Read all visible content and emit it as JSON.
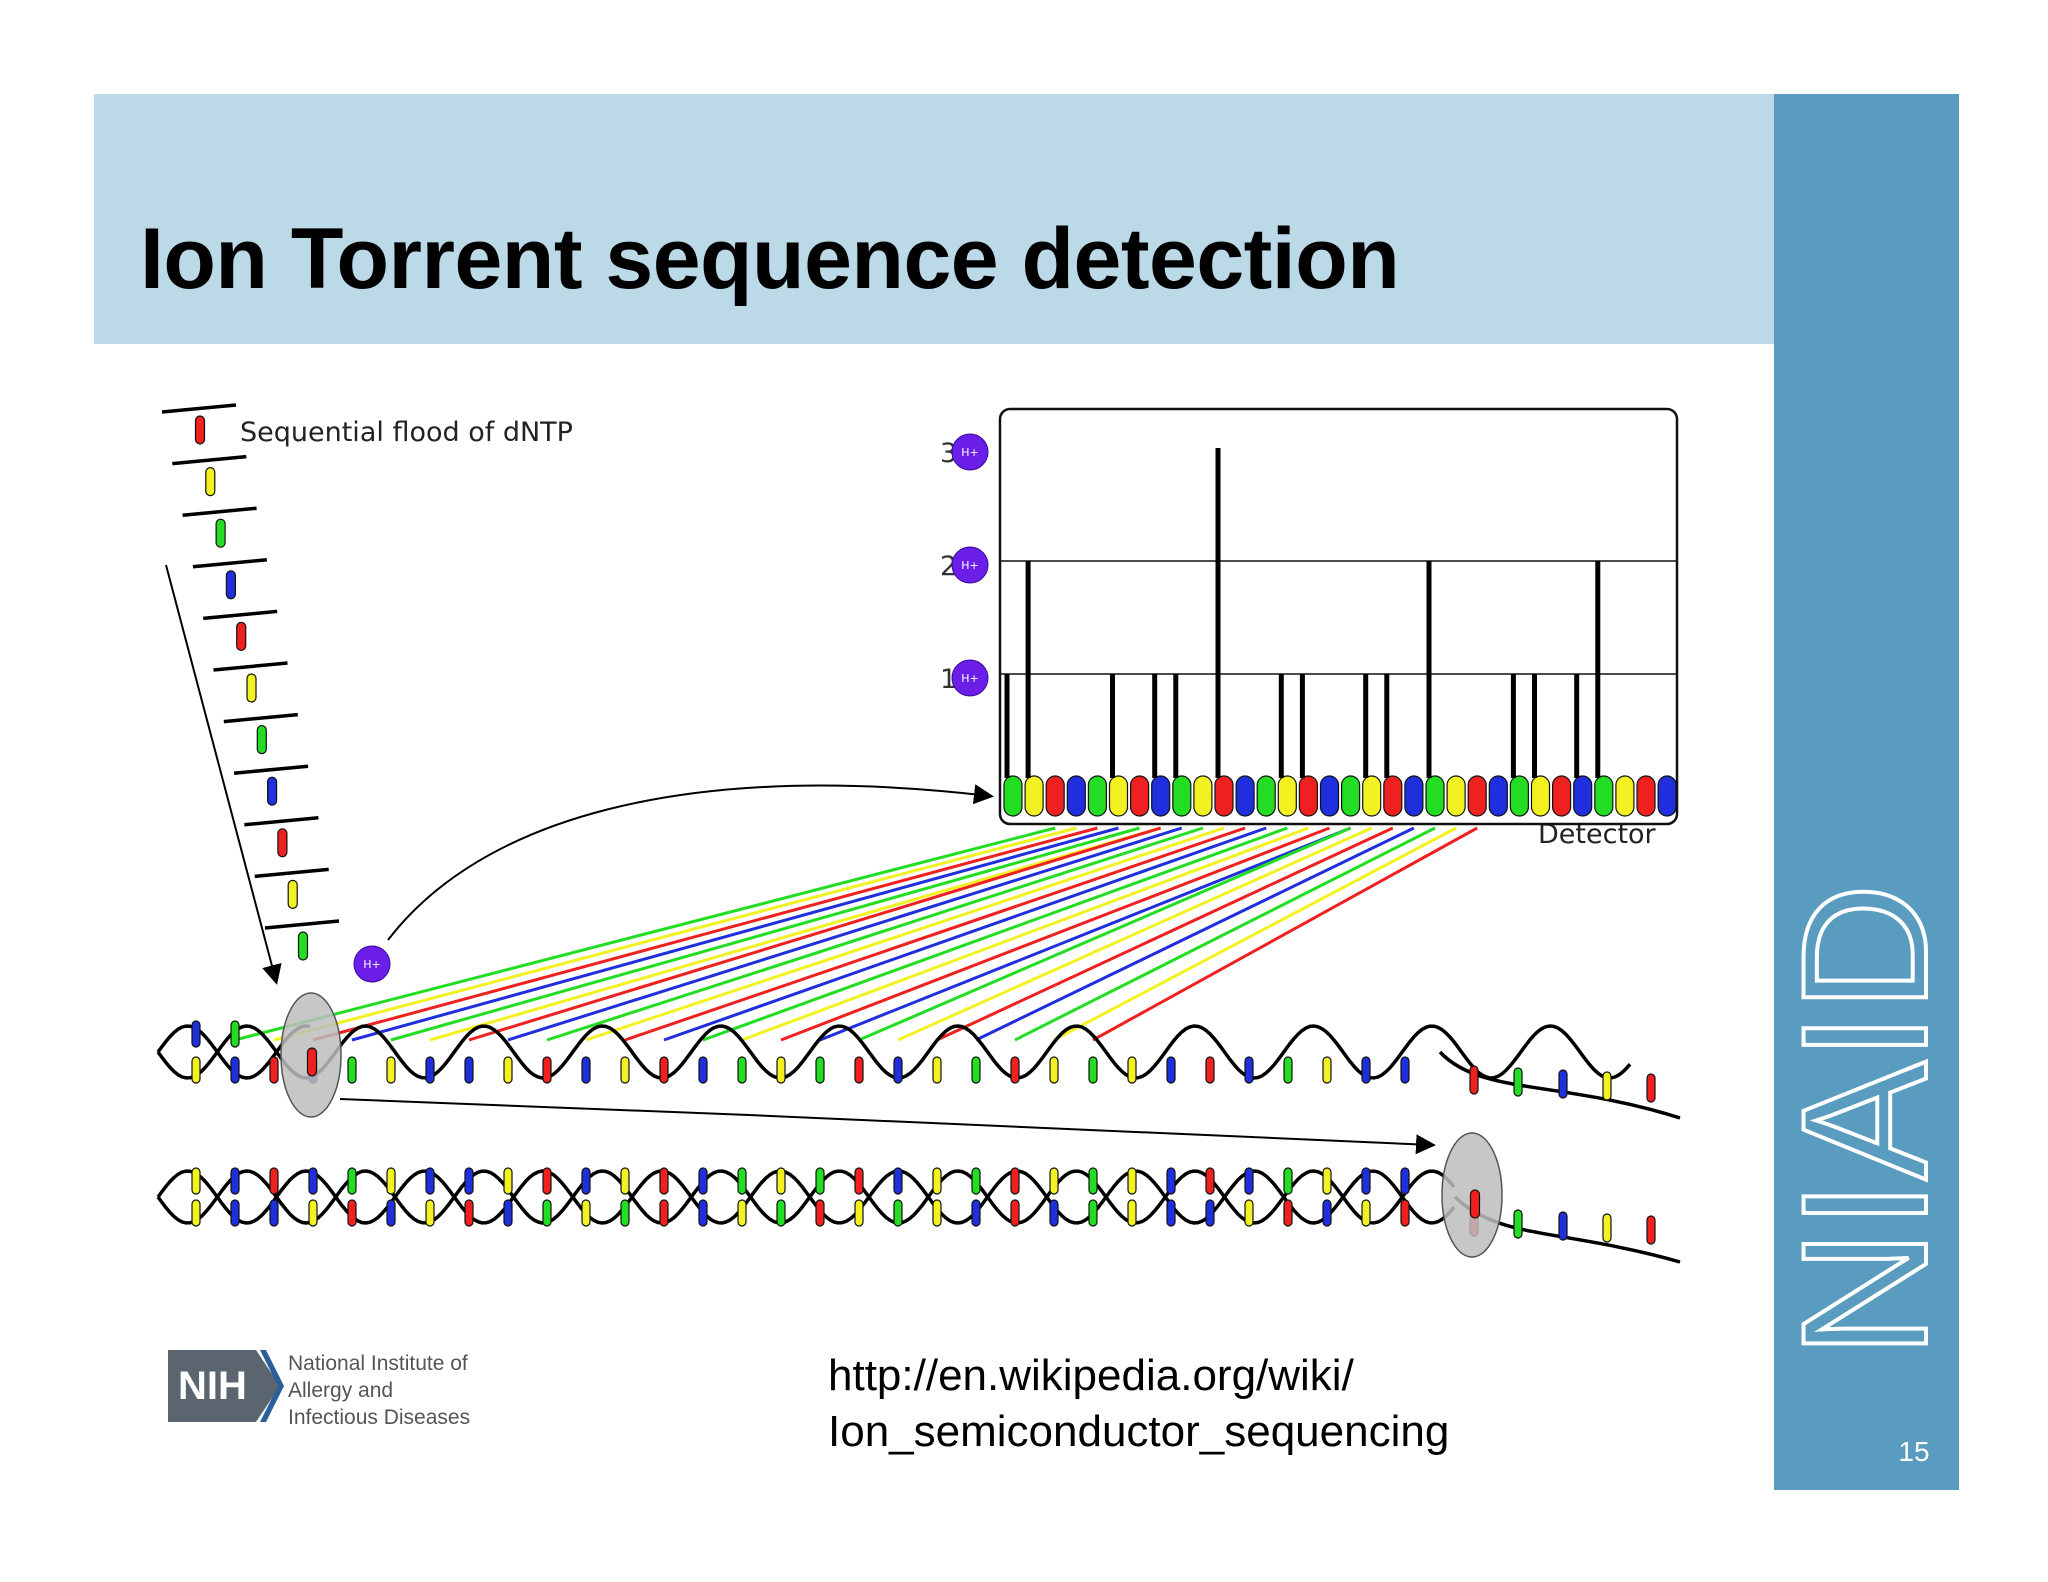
{
  "slide": {
    "title": "Ion Torrent sequence detection",
    "page_number": "15",
    "brand_mark": "NIAID",
    "colors": {
      "header_band": "#bcd9e7",
      "side_band": "#5a9cbf",
      "ion_proton": "#6a1ee8"
    }
  },
  "diagram": {
    "flood_label": "Sequential flood of dNTP",
    "detector_label": "Detector",
    "ion_label": "H+",
    "levels": [
      "1",
      "2",
      "3"
    ],
    "nucleotide_colors": {
      "G": "#22dd22",
      "Y": "#f2f222",
      "R": "#ee2020",
      "B": "#1f2fdd"
    },
    "flood_sequence": [
      "R",
      "Y",
      "G",
      "B",
      "R",
      "Y",
      "G",
      "B",
      "R",
      "Y",
      "G"
    ],
    "detector_sequence": [
      "G",
      "Y",
      "R",
      "B",
      "G",
      "Y",
      "R",
      "B",
      "G",
      "Y",
      "R",
      "B",
      "G",
      "Y",
      "R",
      "B",
      "G",
      "Y",
      "R",
      "B",
      "G",
      "Y",
      "R",
      "B",
      "G",
      "Y",
      "R",
      "B",
      "G",
      "Y",
      "R",
      "B"
    ],
    "detector_signal": [
      1,
      2,
      0,
      0,
      0,
      1,
      0,
      1,
      1,
      0,
      3,
      0,
      0,
      1,
      1,
      0,
      0,
      1,
      1,
      0,
      2,
      0,
      0,
      0,
      1,
      1,
      0,
      1,
      2,
      0,
      0,
      0
    ]
  },
  "footer": {
    "nih_badge": "NIH",
    "nih_lines": [
      "National Institute of",
      "Allergy and",
      "Infectious Diseases"
    ],
    "source_lines": [
      "http://en.wikipedia.org/wiki/",
      "Ion_semiconductor_sequencing"
    ]
  }
}
